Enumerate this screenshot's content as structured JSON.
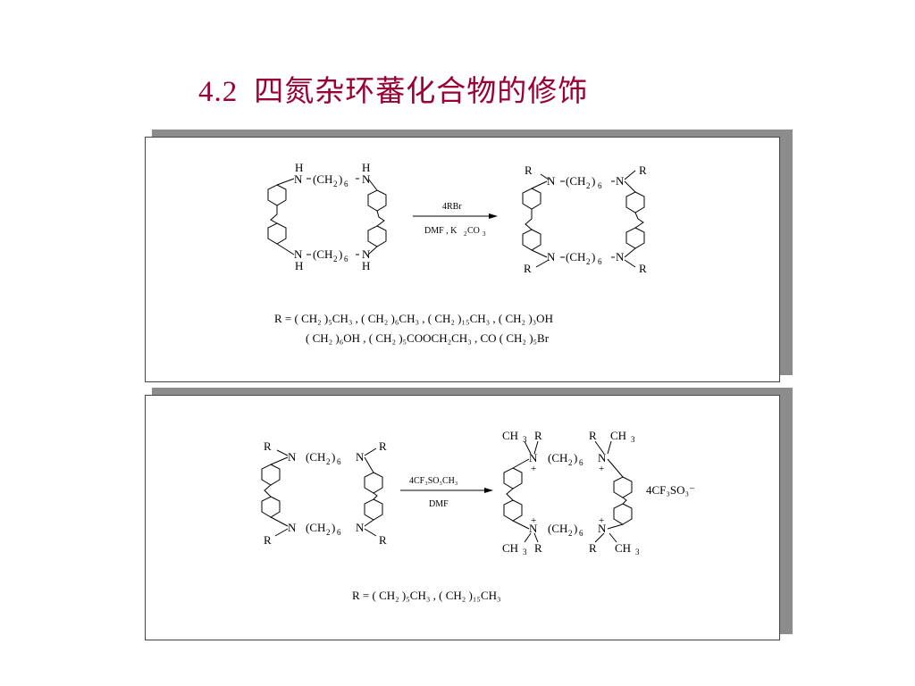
{
  "title": {
    "number": "4.2",
    "text": "四氮杂环蕃化合物的修饰",
    "color": "#990033"
  },
  "panel1": {
    "reactant_h": "H",
    "reactant_n": "N",
    "linker_ch2": "(CH",
    "sub2": "2",
    "close": ")",
    "sub6": "6",
    "reagent_top": "4RBr",
    "reagent_bottom_1": "DMF , K",
    "reagent_bottom_2": "2",
    "reagent_bottom_3": "CO",
    "reagent_bottom_4": "3",
    "product_r": "R",
    "r_line1": "R = ( CH₂ )₅CH₃ , ( CH₂ )₆CH₃ , ( CH₂ )₁₅CH₃ , ( CH₂ )₃OH",
    "r_line2": "( CH₂ )₆OH , ( CH₂ )₅COOCH₂CH₃ , CO ( CH₂ )₅Br"
  },
  "panel2": {
    "reagent_top": "4CF₃SO₃CH₃",
    "reagent_bottom": "DMF",
    "ch3": "CH",
    "sub3": "3",
    "plus": "+",
    "counter_ion": "4CF₃SO₃⁻",
    "r_line": "R = ( CH₂ )₅CH₃ ,   ( CH₂ )₁₅CH₃"
  }
}
